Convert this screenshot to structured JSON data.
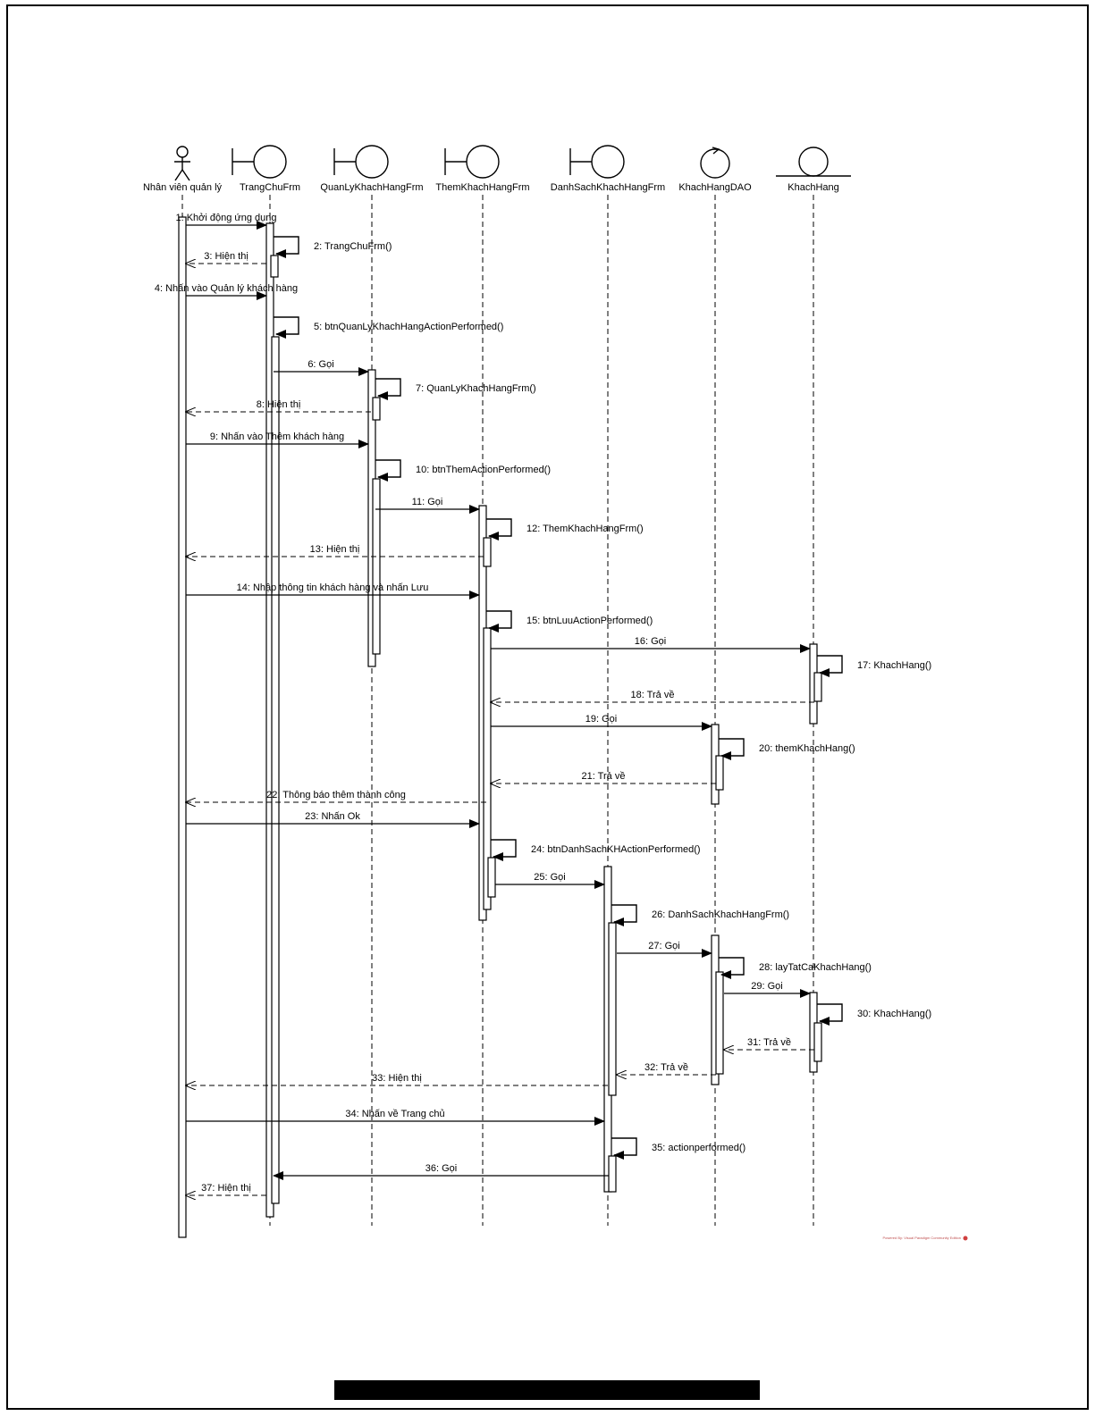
{
  "participants": [
    {
      "id": "actor",
      "label": "Nhân viên quản lý",
      "kind": "actor",
      "icon": "stick-figure-icon"
    },
    {
      "id": "trangchu",
      "label": "TrangChuFrm",
      "kind": "boundary",
      "icon": "boundary-icon"
    },
    {
      "id": "qlkh",
      "label": "QuanLyKhachHangFrm",
      "kind": "boundary",
      "icon": "boundary-icon"
    },
    {
      "id": "themkh",
      "label": "ThemKhachHangFrm",
      "kind": "boundary",
      "icon": "boundary-icon"
    },
    {
      "id": "dskh",
      "label": "DanhSachKhachHangFrm",
      "kind": "boundary",
      "icon": "boundary-icon"
    },
    {
      "id": "dao",
      "label": "KhachHangDAO",
      "kind": "control",
      "icon": "control-icon"
    },
    {
      "id": "entity",
      "label": "KhachHang",
      "kind": "entity",
      "icon": "entity-icon"
    }
  ],
  "messages": [
    {
      "n": 1,
      "text": "1: Khởi động ứng dụng",
      "from": "actor",
      "to": "trangchu",
      "type": "sync"
    },
    {
      "n": 2,
      "text": "2: TrangChuFrm()",
      "from": "trangchu",
      "to": "trangchu",
      "type": "self"
    },
    {
      "n": 3,
      "text": "3: Hiện thị",
      "from": "trangchu",
      "to": "actor",
      "type": "return"
    },
    {
      "n": 4,
      "text": "4: Nhấn vào Quản lý khách hàng",
      "from": "actor",
      "to": "trangchu",
      "type": "sync"
    },
    {
      "n": 5,
      "text": "5: btnQuanLyKhachHangActionPerformed()",
      "from": "trangchu",
      "to": "trangchu",
      "type": "self"
    },
    {
      "n": 6,
      "text": "6: Gọi",
      "from": "trangchu",
      "to": "qlkh",
      "type": "sync"
    },
    {
      "n": 7,
      "text": "7: QuanLyKhachHangFrm()",
      "from": "qlkh",
      "to": "qlkh",
      "type": "self"
    },
    {
      "n": 8,
      "text": "8: Hiện thị",
      "from": "qlkh",
      "to": "actor",
      "type": "return"
    },
    {
      "n": 9,
      "text": "9: Nhấn vào Thêm khách hàng",
      "from": "actor",
      "to": "qlkh",
      "type": "sync"
    },
    {
      "n": 10,
      "text": "10: btnThemActionPerformed()",
      "from": "qlkh",
      "to": "qlkh",
      "type": "self"
    },
    {
      "n": 11,
      "text": "11: Gọi",
      "from": "qlkh",
      "to": "themkh",
      "type": "sync"
    },
    {
      "n": 12,
      "text": "12: ThemKhachHangFrm()",
      "from": "themkh",
      "to": "themkh",
      "type": "self"
    },
    {
      "n": 13,
      "text": "13: Hiện thị",
      "from": "themkh",
      "to": "actor",
      "type": "return"
    },
    {
      "n": 14,
      "text": "14: Nhập thông tin khách hàng và nhấn Lưu",
      "from": "actor",
      "to": "themkh",
      "type": "sync"
    },
    {
      "n": 15,
      "text": "15: btnLuuActionPerformed()",
      "from": "themkh",
      "to": "themkh",
      "type": "self"
    },
    {
      "n": 16,
      "text": "16: Gọi",
      "from": "themkh",
      "to": "entity",
      "type": "sync"
    },
    {
      "n": 17,
      "text": "17: KhachHang()",
      "from": "entity",
      "to": "entity",
      "type": "self"
    },
    {
      "n": 18,
      "text": "18: Trả về",
      "from": "entity",
      "to": "themkh",
      "type": "return"
    },
    {
      "n": 19,
      "text": "19: Gọi",
      "from": "themkh",
      "to": "dao",
      "type": "sync"
    },
    {
      "n": 20,
      "text": "20: themKhachHang()",
      "from": "dao",
      "to": "dao",
      "type": "self"
    },
    {
      "n": 21,
      "text": "21: Trả về",
      "from": "dao",
      "to": "themkh",
      "type": "return"
    },
    {
      "n": 22,
      "text": "22: Thông báo thêm thành công",
      "from": "themkh",
      "to": "actor",
      "type": "return"
    },
    {
      "n": 23,
      "text": "23: Nhấn Ok",
      "from": "actor",
      "to": "themkh",
      "type": "sync"
    },
    {
      "n": 24,
      "text": "24: btnDanhSachKHActionPerformed()",
      "from": "themkh",
      "to": "themkh",
      "type": "self"
    },
    {
      "n": 25,
      "text": "25: Gọi",
      "from": "themkh",
      "to": "dskh",
      "type": "sync"
    },
    {
      "n": 26,
      "text": "26: DanhSachKhachHangFrm()",
      "from": "dskh",
      "to": "dskh",
      "type": "self"
    },
    {
      "n": 27,
      "text": "27: Gọi",
      "from": "dskh",
      "to": "dao",
      "type": "sync"
    },
    {
      "n": 28,
      "text": "28: layTatCaKhachHang()",
      "from": "dao",
      "to": "dao",
      "type": "self"
    },
    {
      "n": 29,
      "text": "29: Gọi",
      "from": "dao",
      "to": "entity",
      "type": "sync"
    },
    {
      "n": 30,
      "text": "30: KhachHang()",
      "from": "entity",
      "to": "entity",
      "type": "self"
    },
    {
      "n": 31,
      "text": "31: Trả về",
      "from": "entity",
      "to": "dao",
      "type": "return"
    },
    {
      "n": 32,
      "text": "32: Trả về",
      "from": "dao",
      "to": "dskh",
      "type": "return"
    },
    {
      "n": 33,
      "text": "33: Hiện thị",
      "from": "dskh",
      "to": "actor",
      "type": "return"
    },
    {
      "n": 34,
      "text": "34: Nhấn về Trang chủ",
      "from": "actor",
      "to": "dskh",
      "type": "sync"
    },
    {
      "n": 35,
      "text": "35: actionperformed()",
      "from": "dskh",
      "to": "dskh",
      "type": "self"
    },
    {
      "n": 36,
      "text": "36: Gọi",
      "from": "dskh",
      "to": "trangchu",
      "type": "sync"
    },
    {
      "n": 37,
      "text": "37: Hiện thị",
      "from": "trangchu",
      "to": "actor",
      "type": "return"
    }
  ],
  "watermark": "Powered By: Visual Paradigm Community Edition"
}
